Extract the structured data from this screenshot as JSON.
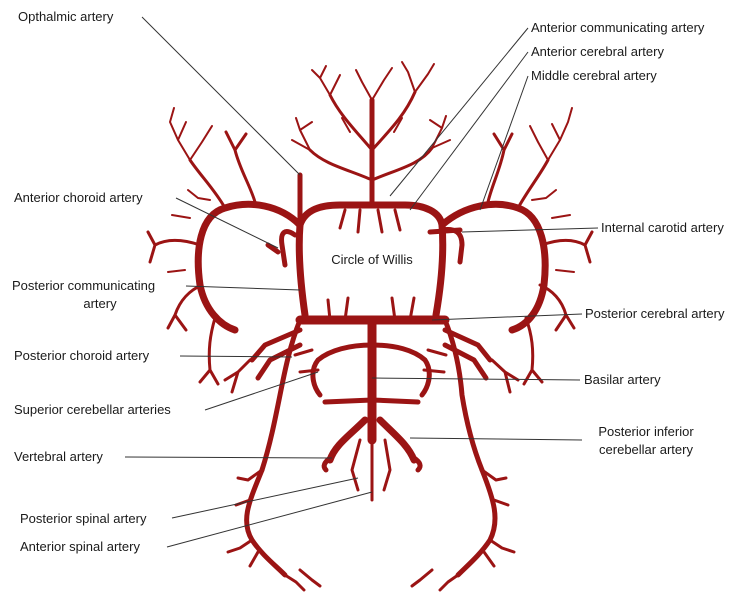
{
  "colors": {
    "artery": "#9b1414",
    "label_text": "#1a1a1a",
    "leader_line": "#333333",
    "background": "#ffffff"
  },
  "center_label": "Circle of Willis",
  "labels": {
    "opthalmic": "Opthalmic artery",
    "anterior_choroid": "Anterior choroid artery",
    "posterior_communicating_1": "Posterior communicating",
    "posterior_communicating_2": "artery",
    "posterior_choroid": "Posterior choroid artery",
    "superior_cerebellar": "Superior cerebellar arteries",
    "vertebral": "Vertebral artery",
    "posterior_spinal": "Posterior spinal artery",
    "anterior_spinal": "Anterior spinal artery",
    "anterior_communicating": "Anterior communicating artery",
    "anterior_cerebral": "Anterior cerebral artery",
    "middle_cerebral": "Middle cerebral artery",
    "internal_carotid": "Internal carotid artery",
    "posterior_cerebral": "Posterior cerebral artery",
    "basilar": "Basilar artery",
    "posterior_inferior_1": "Posterior inferior",
    "posterior_inferior_2": "cerebellar artery"
  }
}
